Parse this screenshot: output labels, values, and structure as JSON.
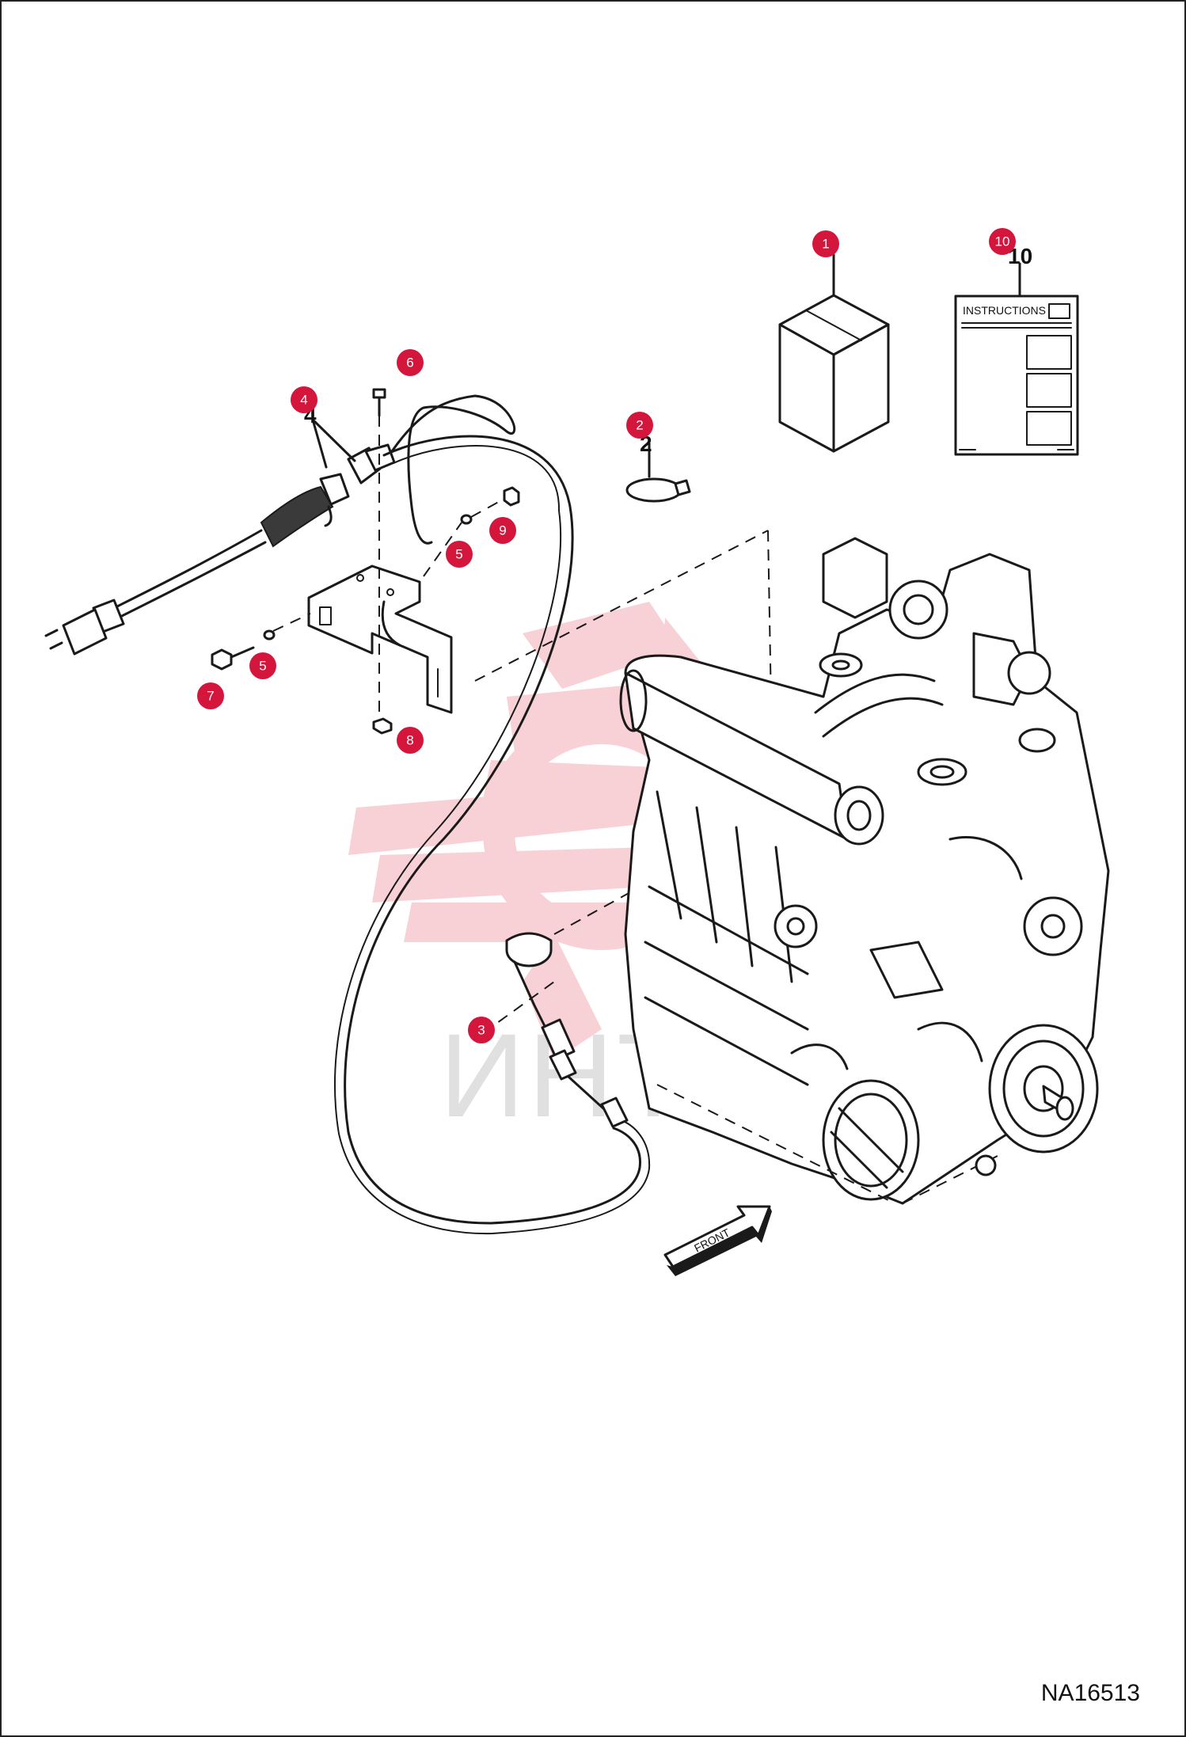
{
  "figure_id": "NA16513",
  "document_label": "INSTRUCTIONS",
  "direction_label": "FRONT",
  "watermark": "ИНТЕХ",
  "callouts": [
    {
      "num": "1"
    },
    {
      "num": "2"
    },
    {
      "num": "3"
    },
    {
      "num": "4"
    },
    {
      "num": "5"
    },
    {
      "num": "5"
    },
    {
      "num": "6"
    },
    {
      "num": "7"
    },
    {
      "num": "8"
    },
    {
      "num": "9"
    },
    {
      "num": "10"
    }
  ],
  "plain_numbers": [
    "10",
    "2",
    "4"
  ],
  "colors": {
    "callout": "#d4163c",
    "line": "#1a1a1a",
    "watermark": "#f2a0a8"
  }
}
